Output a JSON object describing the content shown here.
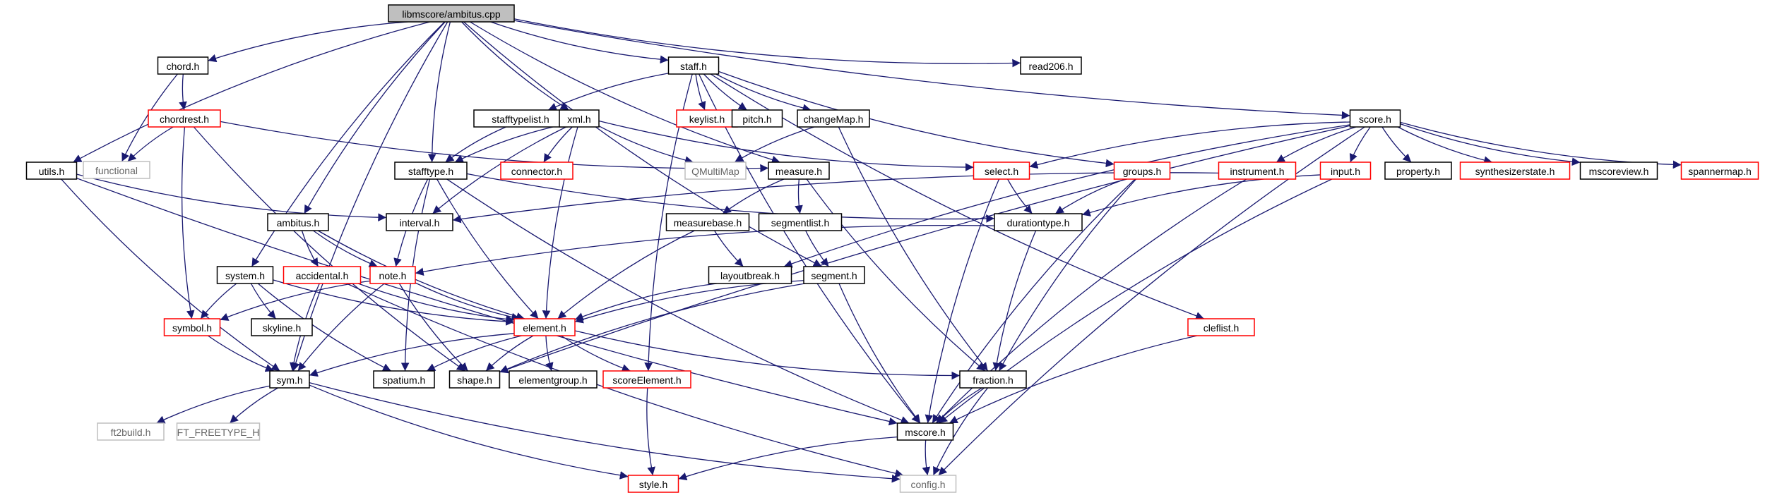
{
  "root": "libmscore/ambitus.cpp",
  "colors": {
    "edge": "#191970",
    "normal_border": "#000000",
    "incomplete_border": "#ff0000",
    "external_border": "#bfbfbf",
    "root_fill": "#bfbfbf",
    "text": "#000000",
    "external_text": "#666666"
  },
  "nodes": [
    {
      "id": "ambitus_cpp",
      "label": "libmscore/ambitus.cpp",
      "kind": "root"
    },
    {
      "id": "chord_h",
      "label": "chord.h",
      "kind": "normal"
    },
    {
      "id": "staff_h",
      "label": "staff.h",
      "kind": "normal"
    },
    {
      "id": "read206_h",
      "label": "read206.h",
      "kind": "normal"
    },
    {
      "id": "chordrest_h",
      "label": "chordrest.h",
      "kind": "incomplete"
    },
    {
      "id": "functional",
      "label": "functional",
      "kind": "external"
    },
    {
      "id": "stafftypelist_h",
      "label": "stafftypelist.h",
      "kind": "normal"
    },
    {
      "id": "xml_h",
      "label": "xml.h",
      "kind": "normal"
    },
    {
      "id": "keylist_h",
      "label": "keylist.h",
      "kind": "incomplete"
    },
    {
      "id": "pitch_h",
      "label": "pitch.h",
      "kind": "normal"
    },
    {
      "id": "changemap_h",
      "label": "changeMap.h",
      "kind": "normal"
    },
    {
      "id": "score_h",
      "label": "score.h",
      "kind": "normal"
    },
    {
      "id": "utils_h",
      "label": "utils.h",
      "kind": "normal"
    },
    {
      "id": "stafftype_h",
      "label": "stafftype.h",
      "kind": "normal"
    },
    {
      "id": "connector_h",
      "label": "connector.h",
      "kind": "incomplete"
    },
    {
      "id": "qmultimap",
      "label": "QMultiMap",
      "kind": "external"
    },
    {
      "id": "measure_h",
      "label": "measure.h",
      "kind": "normal"
    },
    {
      "id": "select_h",
      "label": "select.h",
      "kind": "incomplete"
    },
    {
      "id": "groups_h",
      "label": "groups.h",
      "kind": "incomplete"
    },
    {
      "id": "instrument_h",
      "label": "instrument.h",
      "kind": "incomplete"
    },
    {
      "id": "input_h",
      "label": "input.h",
      "kind": "incomplete"
    },
    {
      "id": "property_h",
      "label": "property.h",
      "kind": "normal"
    },
    {
      "id": "synthesizerstate_h",
      "label": "synthesizerstate.h",
      "kind": "incomplete"
    },
    {
      "id": "mscoreview_h",
      "label": "mscoreview.h",
      "kind": "normal"
    },
    {
      "id": "spannermap_h",
      "label": "spannermap.h",
      "kind": "incomplete"
    },
    {
      "id": "interval_h",
      "label": "interval.h",
      "kind": "normal"
    },
    {
      "id": "ambitus_h",
      "label": "ambitus.h",
      "kind": "normal"
    },
    {
      "id": "measurebase_h",
      "label": "measurebase.h",
      "kind": "normal"
    },
    {
      "id": "segmentlist_h",
      "label": "segmentlist.h",
      "kind": "normal"
    },
    {
      "id": "durationtype_h",
      "label": "durationtype.h",
      "kind": "normal"
    },
    {
      "id": "system_h",
      "label": "system.h",
      "kind": "normal"
    },
    {
      "id": "accidental_h",
      "label": "accidental.h",
      "kind": "incomplete"
    },
    {
      "id": "note_h",
      "label": "note.h",
      "kind": "incomplete"
    },
    {
      "id": "layoutbreak_h",
      "label": "layoutbreak.h",
      "kind": "normal"
    },
    {
      "id": "segment_h",
      "label": "segment.h",
      "kind": "normal"
    },
    {
      "id": "symbol_h",
      "label": "symbol.h",
      "kind": "incomplete"
    },
    {
      "id": "skyline_h",
      "label": "skyline.h",
      "kind": "normal"
    },
    {
      "id": "element_h",
      "label": "element.h",
      "kind": "incomplete"
    },
    {
      "id": "cleflist_h",
      "label": "cleflist.h",
      "kind": "incomplete"
    },
    {
      "id": "sym_h",
      "label": "sym.h",
      "kind": "normal"
    },
    {
      "id": "spatium_h",
      "label": "spatium.h",
      "kind": "normal"
    },
    {
      "id": "shape_h",
      "label": "shape.h",
      "kind": "normal"
    },
    {
      "id": "elementgroup_h",
      "label": "elementgroup.h",
      "kind": "normal"
    },
    {
      "id": "scoreelement_h",
      "label": "scoreElement.h",
      "kind": "incomplete"
    },
    {
      "id": "fraction_h",
      "label": "fraction.h",
      "kind": "normal"
    },
    {
      "id": "ft2build_h",
      "label": "ft2build.h",
      "kind": "external"
    },
    {
      "id": "ft_freetype_h",
      "label": "FT_FREETYPE_H",
      "kind": "external"
    },
    {
      "id": "mscore_h",
      "label": "mscore.h",
      "kind": "normal"
    },
    {
      "id": "style_h",
      "label": "style.h",
      "kind": "incomplete"
    },
    {
      "id": "config_h",
      "label": "config.h",
      "kind": "external"
    }
  ],
  "edges": [
    [
      "ambitus_cpp",
      "chord_h"
    ],
    [
      "ambitus_cpp",
      "staff_h"
    ],
    [
      "ambitus_cpp",
      "read206_h"
    ],
    [
      "ambitus_cpp",
      "score_h"
    ],
    [
      "ambitus_cpp",
      "utils_h"
    ],
    [
      "ambitus_cpp",
      "stafftype_h"
    ],
    [
      "ambitus_cpp",
      "xml_h"
    ],
    [
      "ambitus_cpp",
      "measure_h"
    ],
    [
      "ambitus_cpp",
      "ambitus_h"
    ],
    [
      "ambitus_cpp",
      "system_h"
    ],
    [
      "ambitus_cpp",
      "segment_h"
    ],
    [
      "ambitus_cpp",
      "sym_h"
    ],
    [
      "chord_h",
      "chordrest_h"
    ],
    [
      "chord_h",
      "functional"
    ],
    [
      "chordrest_h",
      "functional"
    ],
    [
      "chordrest_h",
      "symbol_h"
    ],
    [
      "chordrest_h",
      "shape_h"
    ],
    [
      "chordrest_h",
      "measure_h"
    ],
    [
      "staff_h",
      "stafftypelist_h"
    ],
    [
      "staff_h",
      "keylist_h"
    ],
    [
      "staff_h",
      "pitch_h"
    ],
    [
      "staff_h",
      "changemap_h"
    ],
    [
      "staff_h",
      "groups_h"
    ],
    [
      "staff_h",
      "cleflist_h"
    ],
    [
      "staff_h",
      "scoreelement_h"
    ],
    [
      "staff_h",
      "mscore_h"
    ],
    [
      "stafftypelist_h",
      "stafftype_h"
    ],
    [
      "xml_h",
      "stafftype_h"
    ],
    [
      "xml_h",
      "connector_h"
    ],
    [
      "xml_h",
      "qmultimap"
    ],
    [
      "xml_h",
      "select_h"
    ],
    [
      "xml_h",
      "interval_h"
    ],
    [
      "xml_h",
      "element_h"
    ],
    [
      "changemap_h",
      "qmultimap"
    ],
    [
      "changemap_h",
      "fraction_h"
    ],
    [
      "score_h",
      "select_h"
    ],
    [
      "score_h",
      "instrument_h"
    ],
    [
      "score_h",
      "input_h"
    ],
    [
      "score_h",
      "property_h"
    ],
    [
      "score_h",
      "synthesizerstate_h"
    ],
    [
      "score_h",
      "mscoreview_h"
    ],
    [
      "score_h",
      "spannermap_h"
    ],
    [
      "score_h",
      "layoutbreak_h"
    ],
    [
      "score_h",
      "shape_h"
    ],
    [
      "score_h",
      "config_h"
    ],
    [
      "utils_h",
      "interval_h"
    ],
    [
      "utils_h",
      "sym_h"
    ],
    [
      "utils_h",
      "mscore_h"
    ],
    [
      "stafftype_h",
      "durationtype_h"
    ],
    [
      "stafftype_h",
      "note_h"
    ],
    [
      "stafftype_h",
      "element_h"
    ],
    [
      "stafftype_h",
      "spatium_h"
    ],
    [
      "stafftype_h",
      "mscore_h"
    ],
    [
      "measure_h",
      "measurebase_h"
    ],
    [
      "measure_h",
      "segmentlist_h"
    ],
    [
      "measure_h",
      "fraction_h"
    ],
    [
      "select_h",
      "durationtype_h"
    ],
    [
      "select_h",
      "mscore_h"
    ],
    [
      "groups_h",
      "durationtype_h"
    ],
    [
      "groups_h",
      "fraction_h"
    ],
    [
      "groups_h",
      "mscore_h"
    ],
    [
      "instrument_h",
      "interval_h"
    ],
    [
      "instrument_h",
      "mscore_h"
    ],
    [
      "input_h",
      "durationtype_h"
    ],
    [
      "input_h",
      "mscore_h"
    ],
    [
      "ambitus_h",
      "accidental_h"
    ],
    [
      "ambitus_h",
      "note_h"
    ],
    [
      "ambitus_h",
      "element_h"
    ],
    [
      "measurebase_h",
      "layoutbreak_h"
    ],
    [
      "measurebase_h",
      "element_h"
    ],
    [
      "segmentlist_h",
      "segment_h"
    ],
    [
      "durationtype_h",
      "note_h"
    ],
    [
      "durationtype_h",
      "fraction_h"
    ],
    [
      "system_h",
      "symbol_h"
    ],
    [
      "system_h",
      "skyline_h"
    ],
    [
      "system_h",
      "element_h"
    ],
    [
      "system_h",
      "spatium_h"
    ],
    [
      "accidental_h",
      "element_h"
    ],
    [
      "accidental_h",
      "sym_h"
    ],
    [
      "accidental_h",
      "config_h"
    ],
    [
      "note_h",
      "symbol_h"
    ],
    [
      "note_h",
      "element_h"
    ],
    [
      "note_h",
      "sym_h"
    ],
    [
      "note_h",
      "shape_h"
    ],
    [
      "layoutbreak_h",
      "element_h"
    ],
    [
      "segment_h",
      "element_h"
    ],
    [
      "segment_h",
      "shape_h"
    ],
    [
      "segment_h",
      "mscore_h"
    ],
    [
      "symbol_h",
      "sym_h"
    ],
    [
      "element_h",
      "sym_h"
    ],
    [
      "element_h",
      "spatium_h"
    ],
    [
      "element_h",
      "shape_h"
    ],
    [
      "element_h",
      "elementgroup_h"
    ],
    [
      "element_h",
      "scoreelement_h"
    ],
    [
      "element_h",
      "fraction_h"
    ],
    [
      "cleflist_h",
      "mscore_h"
    ],
    [
      "sym_h",
      "ft2build_h"
    ],
    [
      "sym_h",
      "ft_freetype_h"
    ],
    [
      "sym_h",
      "style_h"
    ],
    [
      "sym_h",
      "config_h"
    ],
    [
      "scoreelement_h",
      "style_h"
    ],
    [
      "fraction_h",
      "mscore_h"
    ],
    [
      "fraction_h",
      "config_h"
    ],
    [
      "mscore_h",
      "style_h"
    ],
    [
      "mscore_h",
      "config_h"
    ]
  ]
}
